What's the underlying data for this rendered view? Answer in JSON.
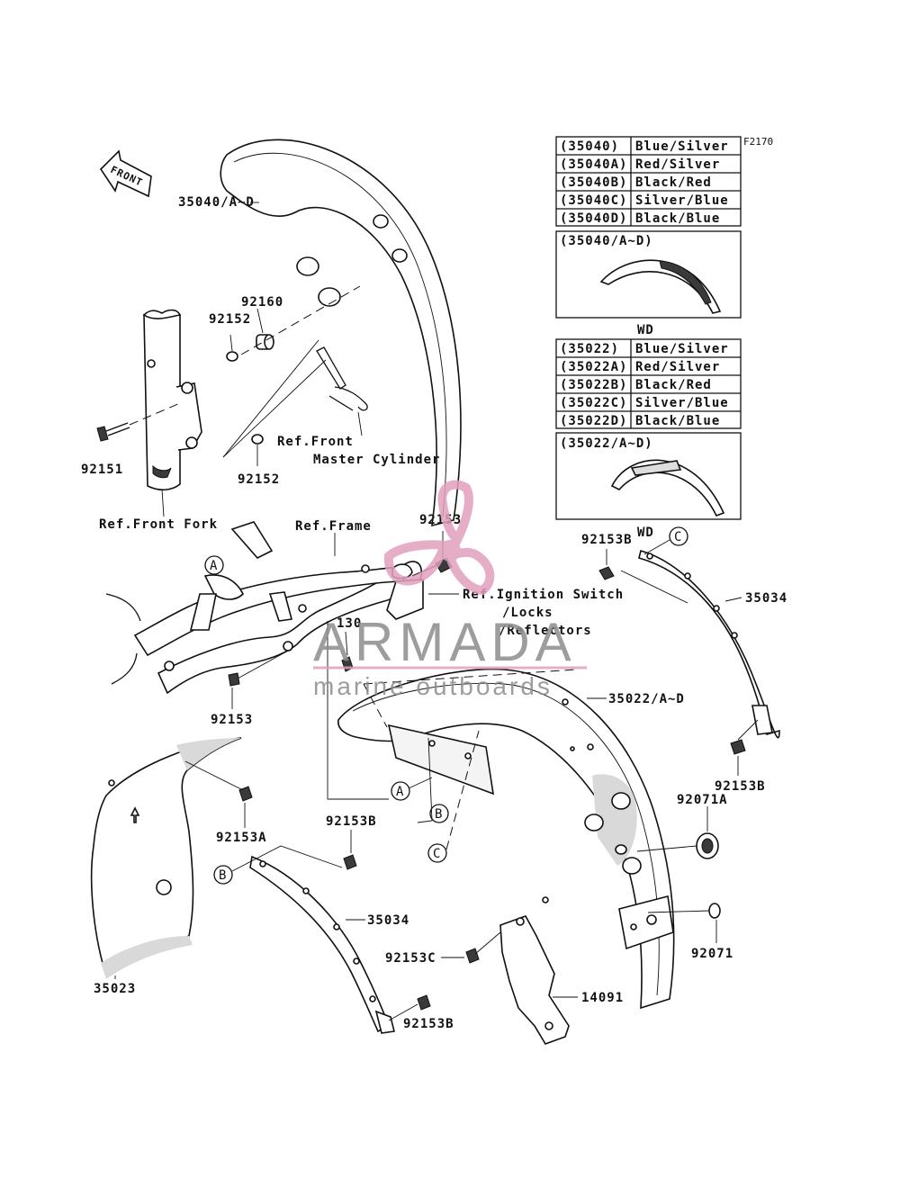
{
  "diagram_code": "F2170",
  "direction_arrow": "FRONT",
  "front_table": {
    "rows": [
      {
        "code": "(35040)",
        "color": "Blue/Silver"
      },
      {
        "code": "(35040A)",
        "color": "Red/Silver"
      },
      {
        "code": "(35040B)",
        "color": "Black/Red"
      },
      {
        "code": "(35040C)",
        "color": "Silver/Blue"
      },
      {
        "code": "(35040D)",
        "color": "Black/Blue"
      }
    ],
    "inset_label": "(35040/A~D)"
  },
  "rear_table": {
    "heading": "WD",
    "rows": [
      {
        "code": "(35022)",
        "color": "Blue/Silver"
      },
      {
        "code": "(35022A)",
        "color": "Red/Silver"
      },
      {
        "code": "(35022B)",
        "color": "Black/Red"
      },
      {
        "code": "(35022C)",
        "color": "Silver/Blue"
      },
      {
        "code": "(35022D)",
        "color": "Black/Blue"
      }
    ],
    "inset_label": "(35022/A~D)"
  },
  "labels": {
    "front_fender": "35040/A~D",
    "p92160": "92160",
    "p92152_top": "92152",
    "p92152_bottom": "92152",
    "p92151": "92151",
    "ref_front_master": "Ref.Front",
    "ref_master_cyl": "Master Cylinder",
    "ref_front_fork": "Ref.Front Fork",
    "ref_frame": "Ref.Frame",
    "p92153_top": "92153",
    "ref_ignition": "Ref.Ignition Switch",
    "ref_locks": "/Locks",
    "ref_reflectors": "/Reflectors",
    "p130": "130",
    "p92153_left": "92153",
    "wd_right": "WD",
    "p92153B_topright": "92153B",
    "p35034_right": "35034",
    "rear_fender": "35022/A~D",
    "p92153B_right": "92153B",
    "p92071A": "92071A",
    "p92071": "92071",
    "p92153A": "92153A",
    "p92153B_mid": "92153B",
    "p35034_left": "35034",
    "p92153C": "92153C",
    "p14091": "14091",
    "p35023": "35023",
    "p92153B_bottom": "92153B",
    "callout_A_left": "A",
    "callout_A_mid": "A",
    "callout_B_mid": "B",
    "callout_B_left": "B",
    "callout_C_mid": "C",
    "callout_C_right": "C"
  },
  "watermark": {
    "brand": "ARMADA",
    "tagline": "marine outboards",
    "color_pink": "#e2a0bd",
    "color_gray": "#8c8c8c"
  }
}
